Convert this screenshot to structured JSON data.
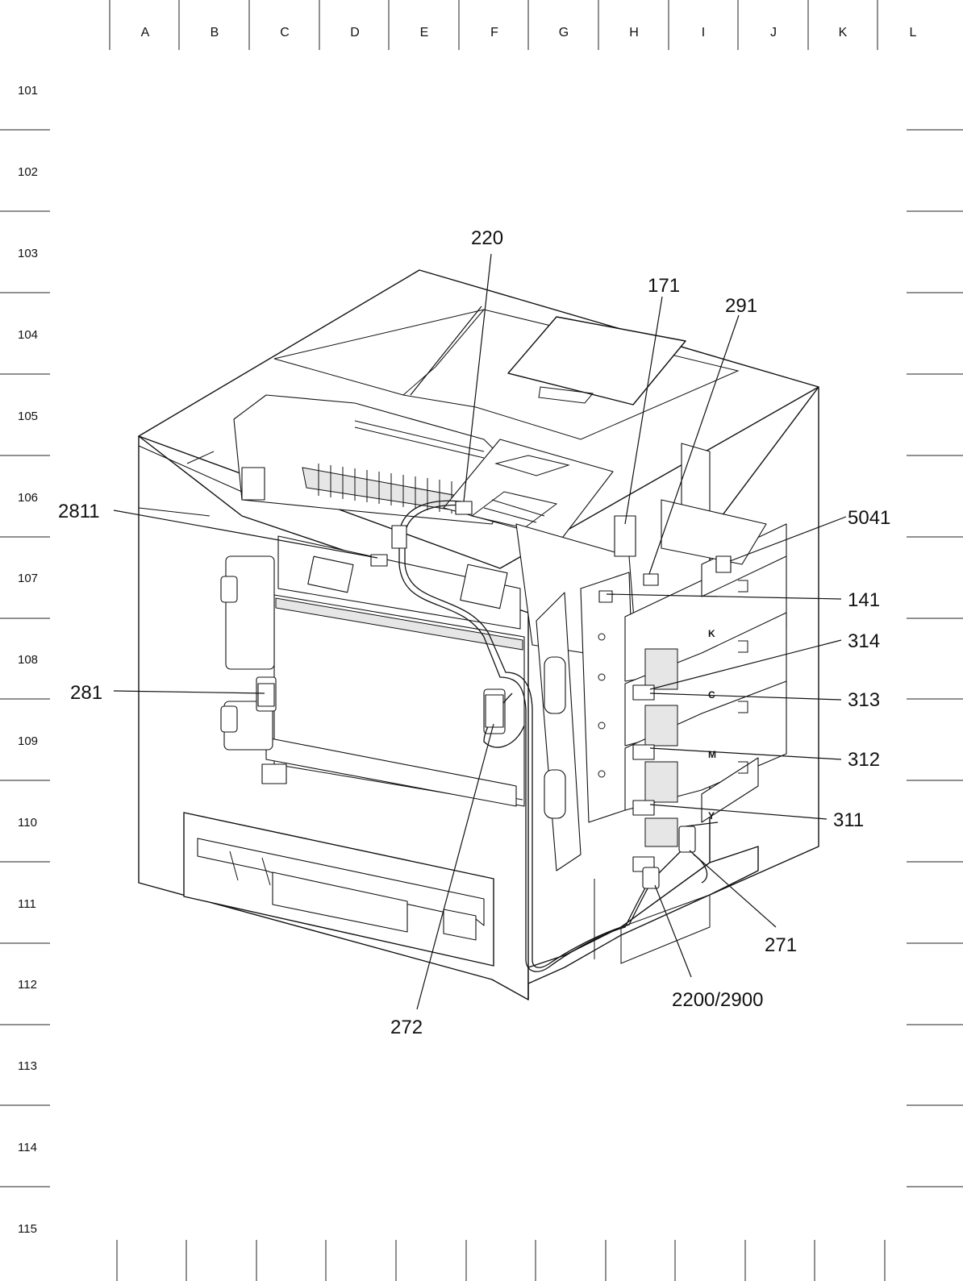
{
  "frame": {
    "columns": [
      "A",
      "B",
      "C",
      "D",
      "E",
      "F",
      "G",
      "H",
      "I",
      "J",
      "K",
      "L"
    ],
    "rows": [
      "101",
      "102",
      "103",
      "104",
      "105",
      "106",
      "107",
      "108",
      "109",
      "110",
      "111",
      "112",
      "113",
      "114",
      "115"
    ]
  },
  "callouts": {
    "c220": "220",
    "c171": "171",
    "c291": "291",
    "c5041": "5041",
    "c2811": "2811",
    "c141": "141",
    "c314": "314",
    "c313": "313",
    "c281": "281",
    "c312": "312",
    "c311": "311",
    "c271": "271",
    "c2200": "2200/2900",
    "c272": "272"
  },
  "tray_marks": [
    "K",
    "C",
    "M",
    "Y"
  ]
}
